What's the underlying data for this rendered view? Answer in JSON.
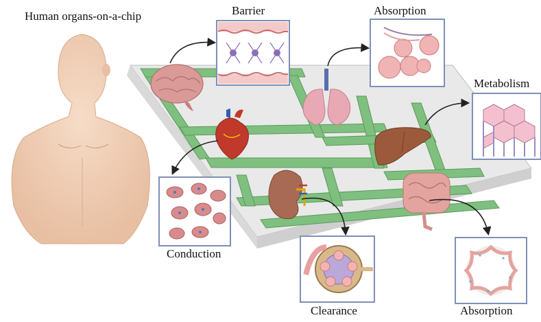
{
  "title": "Human organs-on-a-chip",
  "labels": {
    "barrier": "Barrier",
    "absorption_lung": "Absorption",
    "metabolism": "Metabolism",
    "conduction": "Conduction",
    "clearance": "Clearance",
    "absorption_gut": "Absorption"
  },
  "organs": [
    "brain",
    "heart",
    "lungs",
    "liver",
    "kidney",
    "intestine"
  ],
  "colors": {
    "chip_top": "#e9e9e9",
    "chip_side": "#cfcfcf",
    "channel": "#7fbf7f",
    "channel_edge": "#5a9c5a",
    "panel_border": "#7d8fb8",
    "skin": "#f0cdb4"
  }
}
